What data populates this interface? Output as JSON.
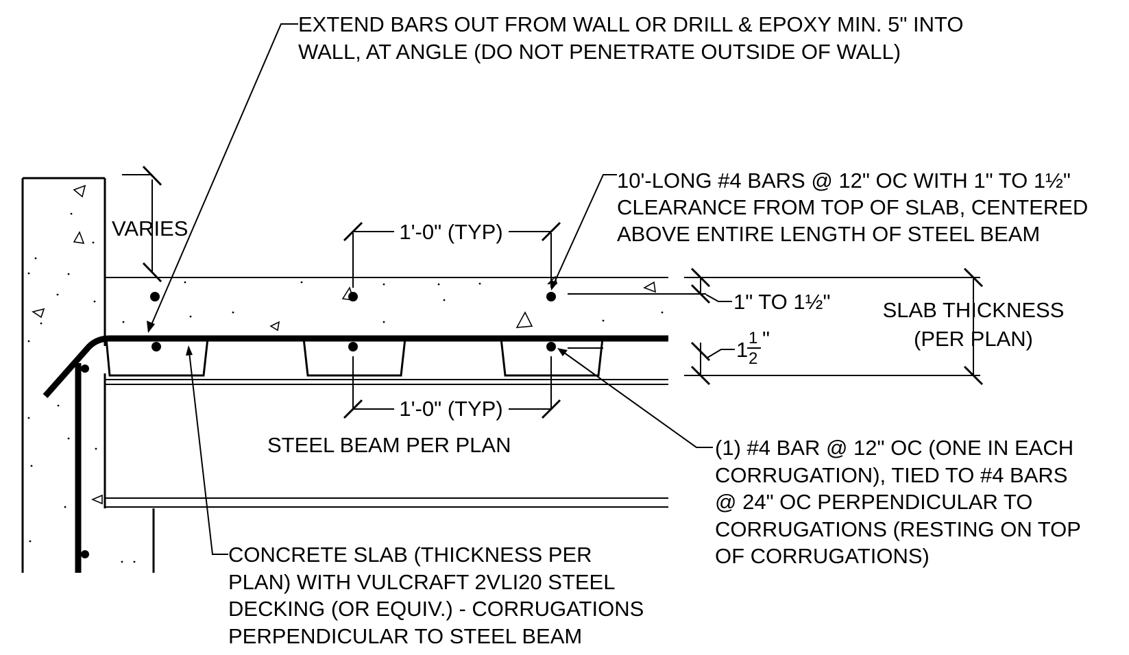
{
  "notes": {
    "wall_bars": [
      "EXTEND BARS OUT FROM WALL OR DRILL & EPOXY MIN. 5\" INTO",
      "WALL, AT ANGLE (DO NOT PENETRATE OUTSIDE OF WALL)"
    ],
    "top_bars": [
      "10'-LONG #4 BARS @ 12\" OC WITH 1\" TO 1½\"",
      "CLEARANCE FROM TOP OF SLAB, CENTERED",
      "ABOVE ENTIRE LENGTH OF STEEL BEAM"
    ],
    "corrugation_bars": [
      "(1) #4 BAR @ 12\" OC (ONE IN EACH",
      "CORRUGATION), TIED TO #4 BARS",
      "@ 24\" OC PERPENDICULAR TO",
      "CORRUGATIONS (RESTING ON TOP",
      "OF CORRUGATIONS)"
    ],
    "slab": [
      "CONCRETE SLAB (THICKNESS PER",
      "PLAN) WITH VULCRAFT 2VLI20 STEEL",
      "DECKING (OR EQUIV.) - CORRUGATIONS",
      "PERPENDICULAR TO STEEL BEAM"
    ],
    "beam": "STEEL BEAM PER PLAN"
  },
  "dimensions": {
    "varies": "VARIES",
    "spacing_top": "1'-0\" (TYP)",
    "spacing_bottom": "1'-0\" (TYP)",
    "clearance": "1\" TO 1½\"",
    "slab_thickness": [
      "SLAB THICKNESS",
      "(PER PLAN)"
    ],
    "deck_depth_whole": "1",
    "deck_depth_num": "1",
    "deck_depth_den": "2",
    "deck_depth_unit": "\""
  }
}
